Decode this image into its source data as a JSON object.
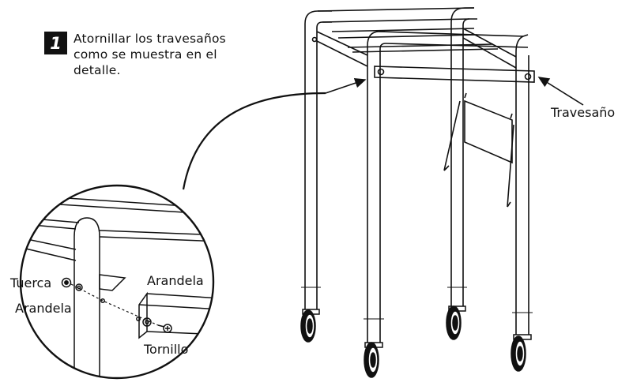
{
  "step": {
    "number": "1",
    "instruction_lines": [
      "Atornillar los travesaños",
      "como se muestra en el",
      "detalle."
    ]
  },
  "labels": {
    "crossbar": "Travesaño",
    "nut": "Tuerca",
    "washer_left": "Arandela",
    "washer_right": "Arandela",
    "screw": "Tornillo"
  },
  "colors": {
    "line": "#111111",
    "background": "#ffffff"
  }
}
